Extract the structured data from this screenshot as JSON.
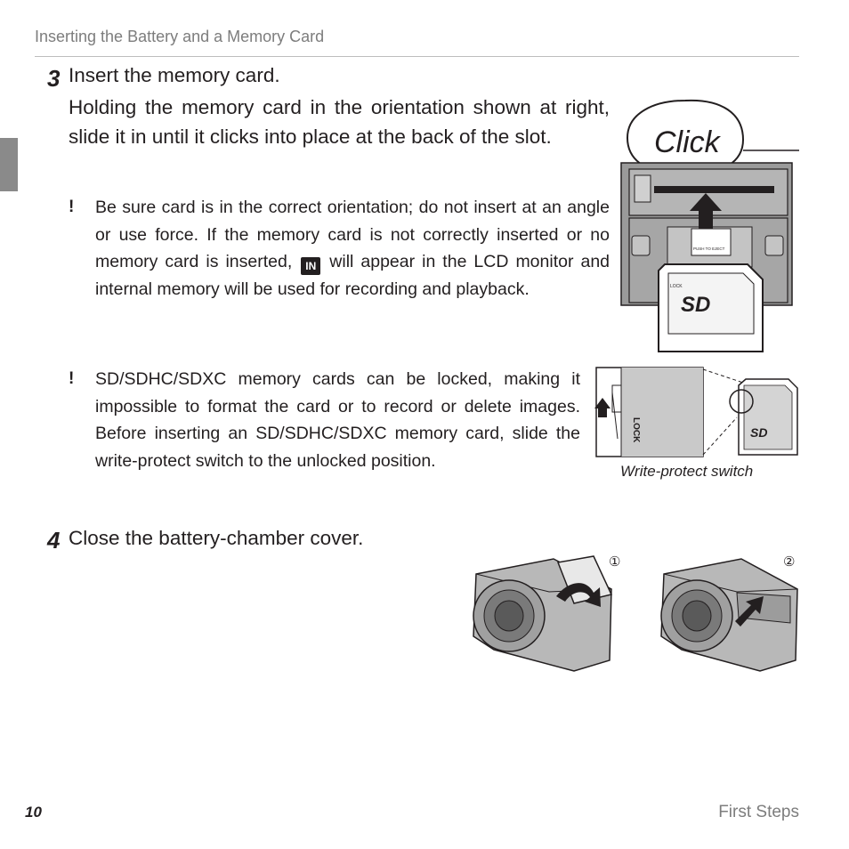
{
  "header": {
    "title": "Inserting the Battery and a Memory Card"
  },
  "step3": {
    "number": "3",
    "title": "Insert the memory card.",
    "body": "Holding the memory card in the orientation shown at right, slide it in until it clicks into place at the back of the slot.",
    "note1_pre": "Be sure card is in the correct orientation; do not insert at an angle or use force.  If the memory card is not correctly inserted or no memory card is inserted,",
    "note1_icon": "IN",
    "note1_post": "will appear in the LCD monitor and internal memory will be used for recording and playback.",
    "note2": "SD/SDHC/SDXC memory cards can be locked, making it impossible to format the card or to record or delete images.  Before inserting an SD/SDHC/SDXC memory card, slide the write-protect switch to the unlocked position."
  },
  "illustration1": {
    "click_label": "Click",
    "slot_label": "PUSH TO EJECT",
    "card_lock_label": "LOCK",
    "card_logo": "SD"
  },
  "illustration2": {
    "lock_label": "LOCK",
    "card_logo": "SD",
    "caption": "Write-protect switch"
  },
  "step4": {
    "number": "4",
    "title": "Close the battery-chamber cover.",
    "fig1_marker": "①",
    "fig2_marker": "②"
  },
  "footer": {
    "page_number": "10",
    "section": "First Steps"
  }
}
